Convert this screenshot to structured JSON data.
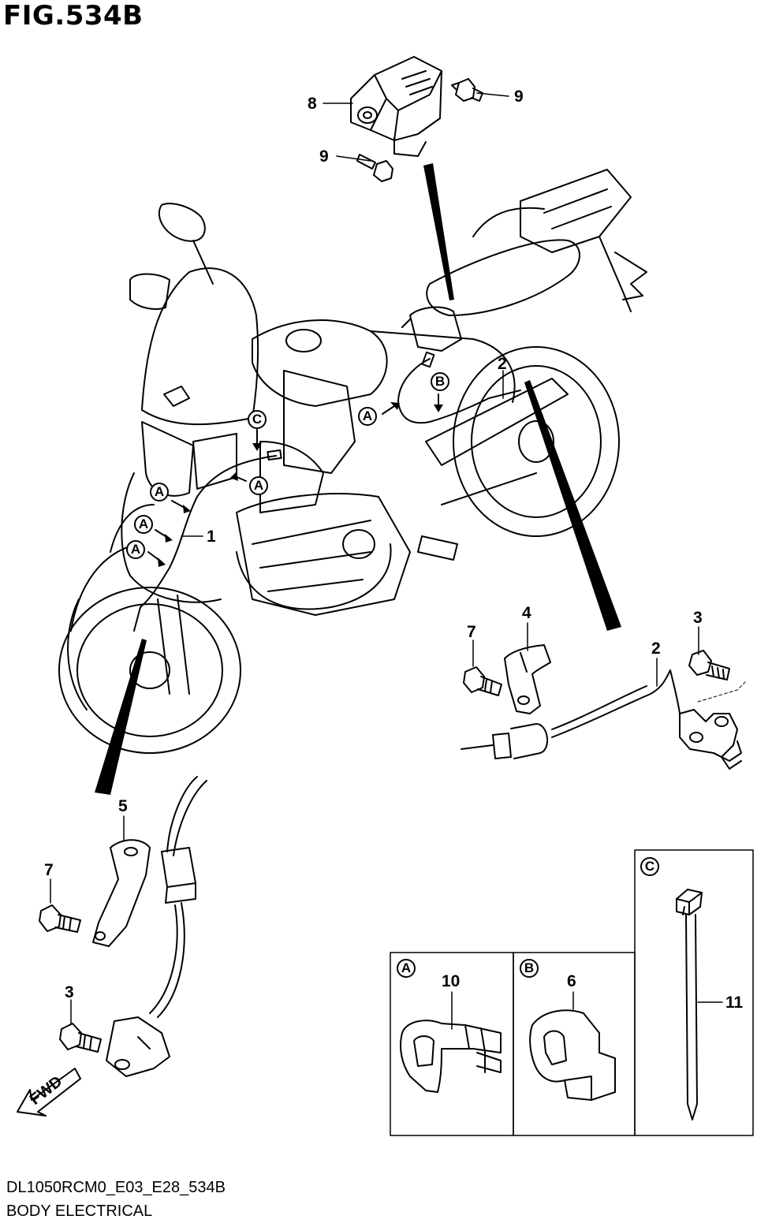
{
  "figure": {
    "title": "FIG.534B",
    "code": "DL1050RCM0_E03_E28_534B",
    "section": "BODY ELECTRICAL",
    "direction_label": "FWD"
  },
  "callouts": {
    "n1": "1",
    "n2a": "2",
    "n2b": "2",
    "n3a": "3",
    "n3b": "3",
    "n4": "4",
    "n5": "5",
    "n6": "6",
    "n7a": "7",
    "n7b": "7",
    "n8": "8",
    "n9a": "9",
    "n9b": "9",
    "n10": "10",
    "n11": "11"
  },
  "detail_markers": {
    "A": "A",
    "B": "B",
    "C": "C"
  },
  "detail_panels": [
    {
      "marker": "A",
      "part": "10"
    },
    {
      "marker": "B",
      "part": "6"
    },
    {
      "marker": "C",
      "part": "11"
    }
  ]
}
